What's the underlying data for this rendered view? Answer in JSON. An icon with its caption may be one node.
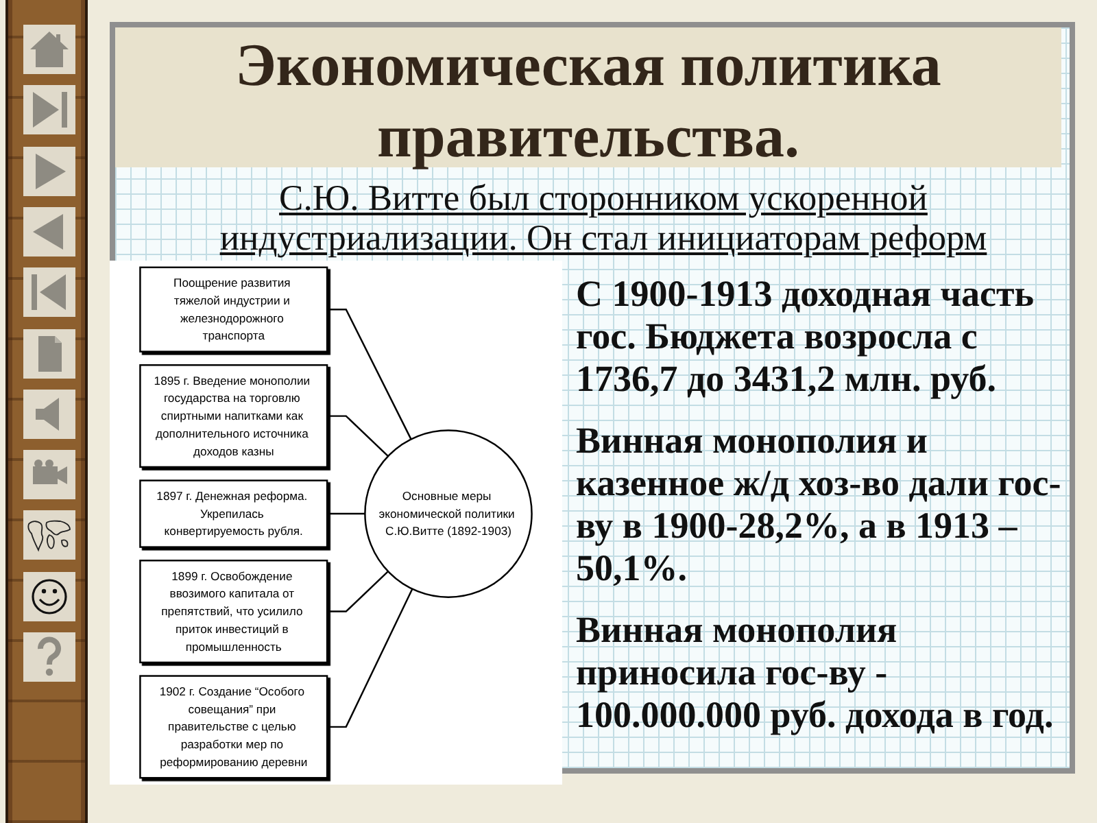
{
  "diagram": {
    "title": "Экономическая политика правительства.",
    "nodes": [
      {
        "text": [
          "Поощрение развития тяжелой индустрии и железнодорожного транспорта"
        ]
      },
      {
        "text": [
          "1895 г. Введение монополии государства на торговлю спиртными напитками как дополнительного источника доходов казны"
        ]
      },
      {
        "text": [
          "Основные меры экономической политики С.Ю.Витте (1892-1903)"
        ]
      },
      {
        "text": [
          "1897 г. Денежная реформа. Укрепилась конвертируемость рубля."
        ]
      },
      {
        "text": [
          "1899 г. Освобождение ввозимого капитала от препятствий, что усилило приток инвестиций в промышленность"
        ]
      },
      {
        "text": [
          "1902 г. Создание “Особого совещания” при правительстве с целью разработки мер по реформированию деревни"
        ]
      }
    ],
    "edges": [
      {
        "from": 2,
        "to": 0,
        "arrow": "none"
      },
      {
        "from": 2,
        "to": 1,
        "arrow": "none"
      },
      {
        "from": 2,
        "to": 3,
        "arrow": "none"
      },
      {
        "from": 2,
        "to": 4,
        "arrow": "none"
      },
      {
        "from": 2,
        "to": 5,
        "arrow": "none"
      }
    ],
    "labels": [
      "С.Ю. Витте был сторонником ускоренной индустриализации. Он стал инициаторам реформ",
      "С 1900-1913 доходная часть гос. Бюджета возросла с 1736,7 до 3431,2 млн. руб.",
      "Винная монополия и казенное ж/д хоз-во дали гос-ву в 1900-28,2%, а в 1913 – 50,1%.",
      "Винная монополия приносила гос-ву - 100.000.000 руб. дохода в год."
    ]
  }
}
